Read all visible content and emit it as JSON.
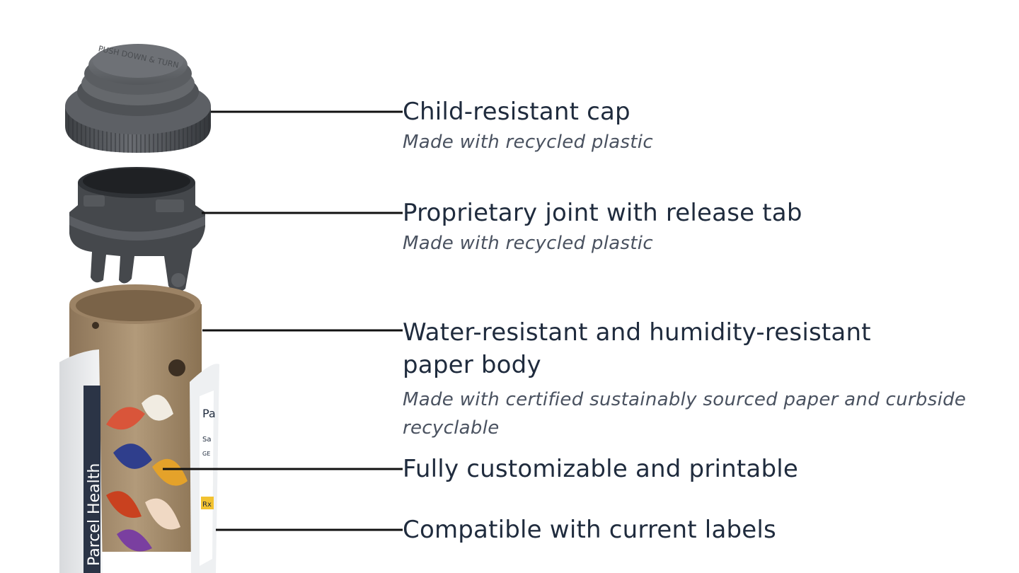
{
  "brand": {
    "label_brand": "Parcel Health",
    "cap_emboss": "PUSH DOWN & TURN",
    "label_fragments": [
      "Pa",
      "Sa",
      "GE",
      "Rx"
    ]
  },
  "callouts": [
    {
      "title": "Child-resistant cap",
      "note": "Made with recycled plastic"
    },
    {
      "title": "Proprietary joint with release tab",
      "note": "Made with recycled plastic"
    },
    {
      "title_line1": "Water-resistant and humidity-resistant",
      "title_line2": "paper body",
      "note_line1": "Made with certified sustainably sourced paper and curbside",
      "note_line2": "recyclable"
    },
    {
      "title": "Fully customizable and printable"
    },
    {
      "title": "Compatible with current labels"
    }
  ],
  "colors": {
    "text": "#1f2b3d",
    "note": "#4a5260",
    "leader": "#111111",
    "plastic": "#4b4e52",
    "paper": "#a38a69",
    "label_band": "#2b3446"
  }
}
